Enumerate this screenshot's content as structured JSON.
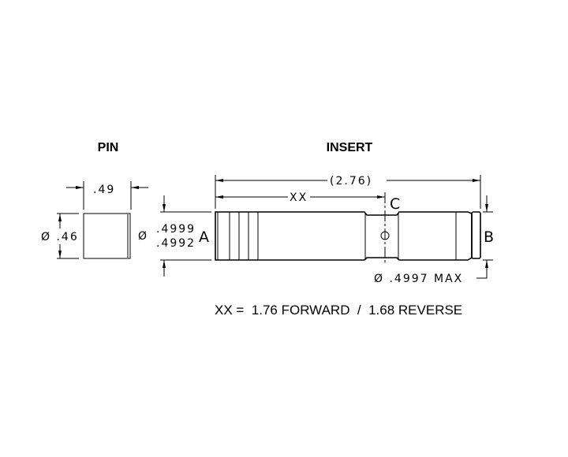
{
  "titles": {
    "pin": "PIN",
    "insert": "INSERT"
  },
  "pin": {
    "length": ".49",
    "diameter": "Ø .46"
  },
  "insert": {
    "diameter_symbol": "Ø",
    "diameter_upper": ".4999",
    "diameter_lower": ".4992",
    "label_a": "A",
    "label_b": "B",
    "label_c": "C",
    "overall_length": "(2.76)",
    "xx_label": "XX",
    "end_diameter": "Ø .4997 MAX"
  },
  "note": "XX =  1.76 FORWARD  /  1.68 REVERSE"
}
